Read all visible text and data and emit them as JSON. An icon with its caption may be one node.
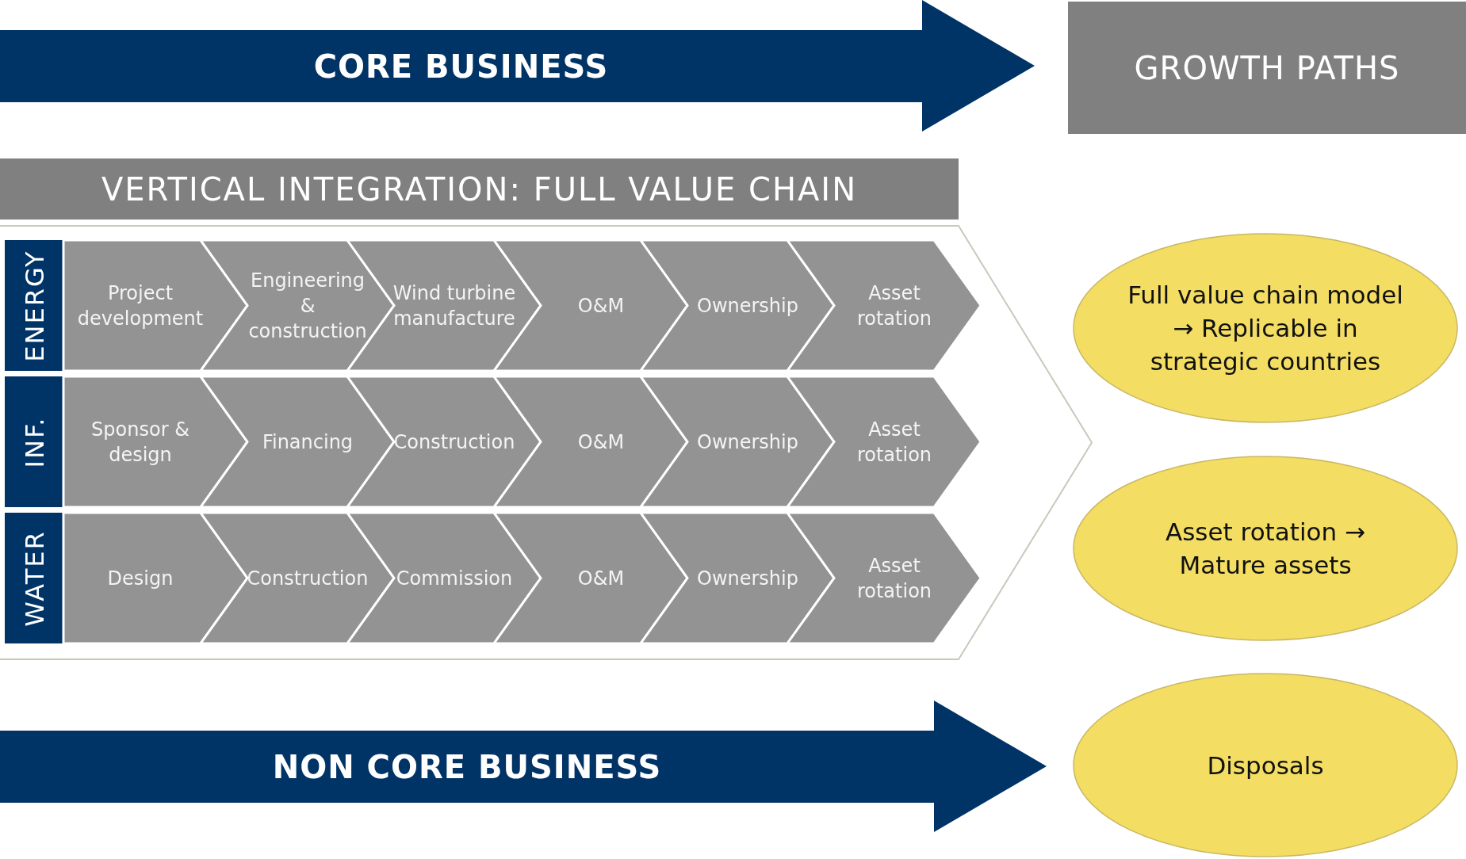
{
  "diagram": {
    "nodes": [
      {
        "text": [
          "CORE BUSINESS"
        ]
      },
      {
        "text": [
          "GROWTH PATHS"
        ]
      },
      {
        "text": [
          "VERTICAL INTEGRATION: FULL VALUE CHAIN"
        ]
      },
      {
        "text": [],
        "shape": "pentagon"
      },
      {
        "text": [
          "ENERGY"
        ],
        "in": 3
      },
      {
        "text": [
          "Project development"
        ],
        "in": 3
      },
      {
        "text": [
          "Engineering & construction"
        ],
        "in": 3
      },
      {
        "text": [
          "Wind turbine manufacture"
        ],
        "in": 3
      },
      {
        "text": [
          "O&M"
        ],
        "in": 3
      },
      {
        "text": [
          "Ownership"
        ],
        "in": 3
      },
      {
        "text": [
          "Asset rotation"
        ],
        "in": 3
      },
      {
        "text": [
          "INF."
        ],
        "in": 3
      },
      {
        "text": [
          "Sponsor & design"
        ],
        "in": 3
      },
      {
        "text": [
          "Financing"
        ],
        "in": 3
      },
      {
        "text": [
          "Construction"
        ],
        "in": 3
      },
      {
        "text": [
          "O&M"
        ],
        "in": 3
      },
      {
        "text": [
          "Ownership"
        ],
        "in": 3
      },
      {
        "text": [
          "Asset rotation"
        ],
        "in": 3
      },
      {
        "text": [
          "WATER"
        ],
        "in": 3
      },
      {
        "text": [
          "Design"
        ],
        "in": 3
      },
      {
        "text": [
          "Construction"
        ],
        "in": 3
      },
      {
        "text": [
          "Commission"
        ],
        "in": 3
      },
      {
        "text": [
          "O&M"
        ],
        "in": 3
      },
      {
        "text": [
          "Ownership"
        ],
        "in": 3
      },
      {
        "text": [
          "Asset rotation"
        ],
        "in": 3
      },
      {
        "text": [
          "Full value chain model → Replicable in strategic countries"
        ]
      },
      {
        "text": [
          "Asset rotation → Mature assets"
        ]
      },
      {
        "text": [
          "Disposals"
        ]
      },
      {
        "text": [
          "NON CORE BUSINESS"
        ]
      }
    ]
  }
}
